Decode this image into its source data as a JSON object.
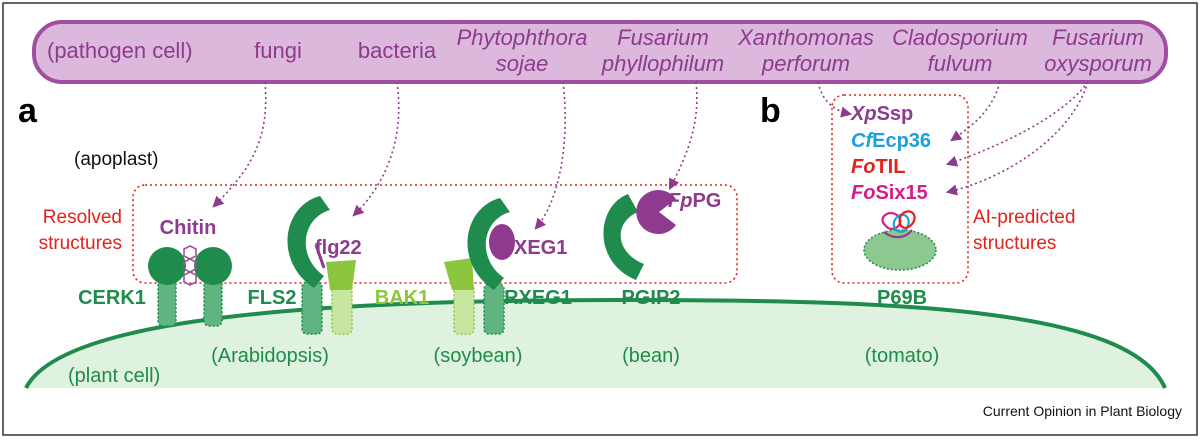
{
  "pathogens": {
    "pathogen_cell": "(pathogen cell)",
    "fungi": "fungi",
    "bacteria": "bacteria",
    "phytophthora_1": "Phytophthora",
    "phytophthora_2": "sojae",
    "fus_phyllo_1": "Fusarium",
    "fus_phyllo_2": "phyllophilum",
    "xantho_1": "Xanthomonas",
    "xantho_2": "perforum",
    "clado_1": "Cladosporium",
    "clado_2": "fulvum",
    "fus_oxy_1": "Fusarium",
    "fus_oxy_2": "oxysporum"
  },
  "panels": {
    "a": "a",
    "b": "b"
  },
  "compartments": {
    "apoplast": "(apoplast)",
    "plant_cell": "(plant cell)"
  },
  "boxes": {
    "resolved_1": "Resolved",
    "resolved_2": "structures",
    "ai_1": "AI-predicted",
    "ai_2": "structures"
  },
  "ligands": {
    "chitin": "Chitin",
    "flg22": "flg22",
    "xeg1": "XEG1",
    "fppg_prefix": "Fp",
    "fppg_suffix": "PG"
  },
  "effectors": [
    {
      "prefix": "Xp",
      "suffix": "Ssp",
      "color": "#8e3a8e"
    },
    {
      "prefix": "Cf",
      "suffix": "Ecp36",
      "color": "#1aa0dc"
    },
    {
      "prefix": "Fo",
      "suffix": "TIL",
      "color": "#e0231b"
    },
    {
      "prefix": "Fo",
      "suffix": "Six15",
      "color": "#d81b8c"
    }
  ],
  "receptors": {
    "cerk1": "CERK1",
    "fls2": "FLS2",
    "bak1": "BAK1",
    "rxeg1": "RXEG1",
    "pgip2": "PGIP2",
    "p69b": "P69B"
  },
  "hosts": {
    "arabidopsis": "(Arabidopsis)",
    "soybean": "(soybean)",
    "bean": "(bean)",
    "tomato": "(tomato)"
  },
  "credit": "Current Opinion in Plant Biology",
  "colors": {
    "pathogen_fill": "#dcb8dc",
    "pathogen_stroke": "#a14ea1",
    "receptor_dark": "#1f8b4c",
    "receptor_light": "#8cc63f",
    "plant_cell_fill": "#dff2df",
    "box_border": "#e0231b"
  }
}
